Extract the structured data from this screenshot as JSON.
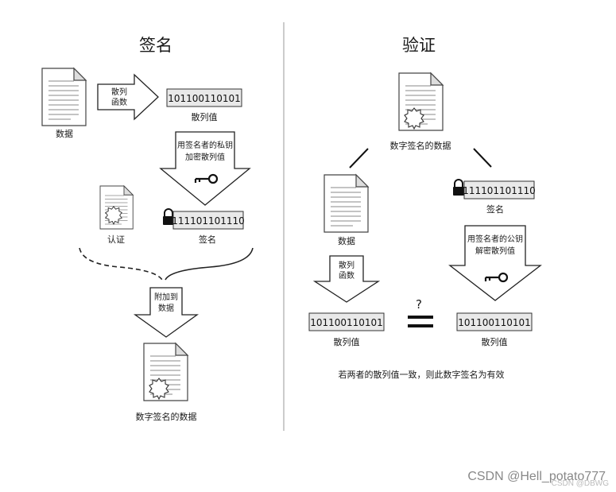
{
  "sign": {
    "title": "签名",
    "data_label": "数据",
    "hash_func_line1": "散列",
    "hash_func_line2": "函数",
    "hash_bits": "101100110101",
    "hash_label": "散列值",
    "encrypt_line1": "用签名者的私钥",
    "encrypt_line2": "加密散列值",
    "cert_label": "认证",
    "sig_bits": "111101101110",
    "sig_label": "签名",
    "attach_line1": "附加到",
    "attach_line2": "数据",
    "signed_data_label": "数字签名的数据"
  },
  "verify": {
    "title": "验证",
    "signed_data_label": "数字签名的数据",
    "data_label": "数据",
    "sig_bits": "111101101110",
    "sig_label": "签名",
    "hash_func_line1": "散列",
    "hash_func_line2": "函数",
    "decrypt_line1": "用签名者的公钥",
    "decrypt_line2": "解密散列值",
    "question": "?",
    "left_bits": "101100110101",
    "left_label": "散列值",
    "right_bits": "101100110101",
    "right_label": "散列值",
    "conclusion": "若两者的散列值一致，则此数字签名为有效"
  },
  "watermark": {
    "main": "CSDN @Hell_potato777",
    "sub": "CSDN @DBWG"
  }
}
